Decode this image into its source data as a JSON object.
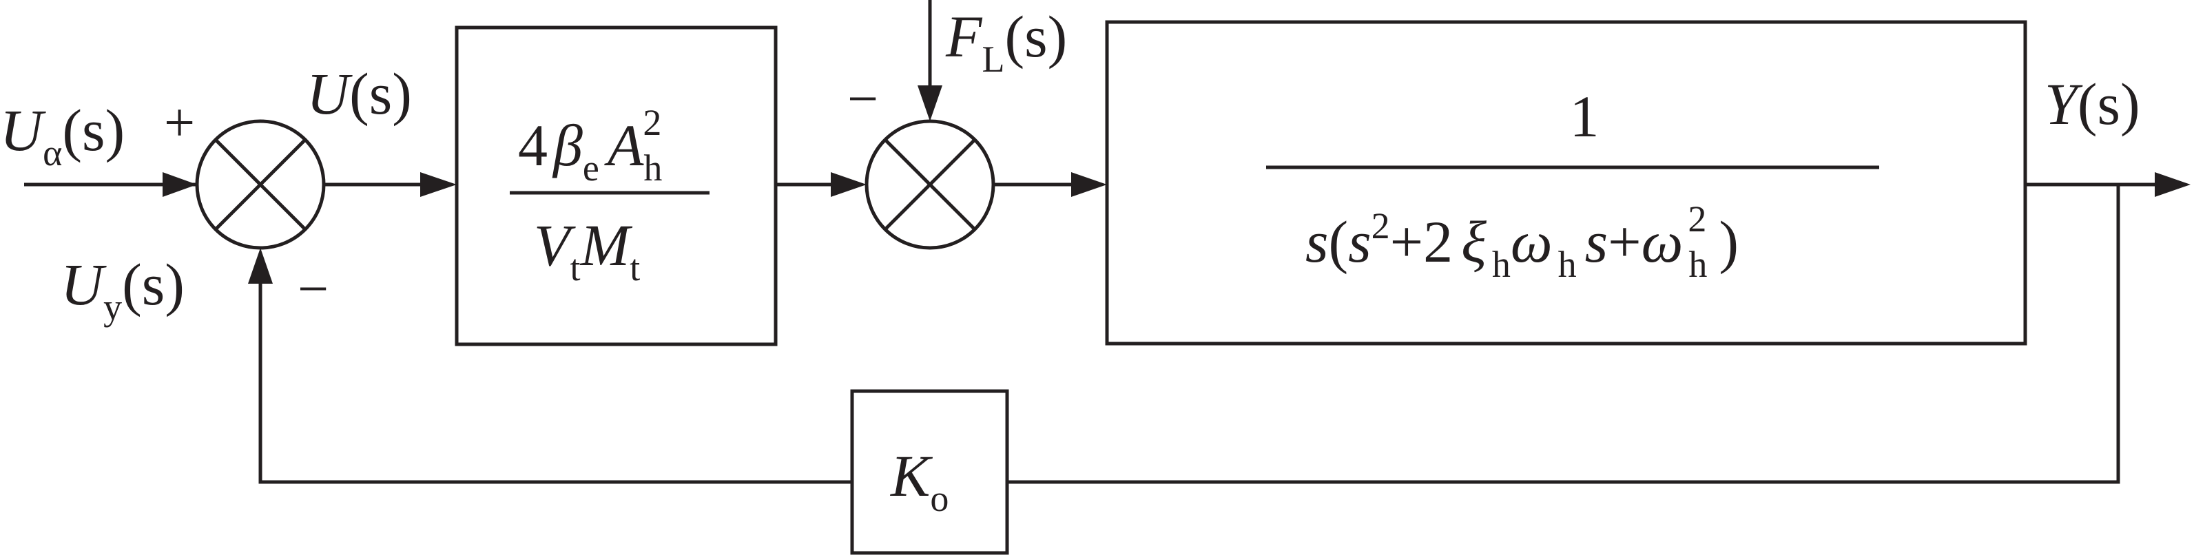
{
  "inputs": {
    "u_alpha": {
      "main": "U",
      "sub": "α",
      "arg": "(s)",
      "sign": "+"
    },
    "u_y": {
      "main": "U",
      "sub": "y",
      "arg": "(s)",
      "sign": "−"
    },
    "u": {
      "main": "U",
      "arg": "(s)"
    },
    "load_force": {
      "main": "F",
      "sub": "L",
      "arg": "(s)",
      "sign": "−"
    },
    "output": {
      "main": "Y",
      "arg": "(s)"
    }
  },
  "blocks": {
    "hydraulic_gain": {
      "numerator": {
        "coef": "4",
        "beta": "β",
        "beta_sub": "e",
        "A": "A",
        "A_sub": "h",
        "A_sup": "2"
      },
      "denominator": {
        "V": "V",
        "V_sub": "t",
        "M": "M",
        "M_sub": "t"
      }
    },
    "plant": {
      "numerator": "1",
      "denominator": {
        "s": "s",
        "open": "(",
        "s2": "s",
        "s2_sup": "2",
        "plus1": "+",
        "two": "2",
        "xi": "ξ",
        "xi_sub": "h",
        "omega1": "ω",
        "omega1_sub": "h",
        "s3": "s",
        "plus2": "+",
        "omega2": "ω",
        "omega2_sub": "h",
        "omega2_sup": "2",
        "close": ")"
      }
    },
    "feedback": {
      "main": "K",
      "sub": "o"
    }
  }
}
